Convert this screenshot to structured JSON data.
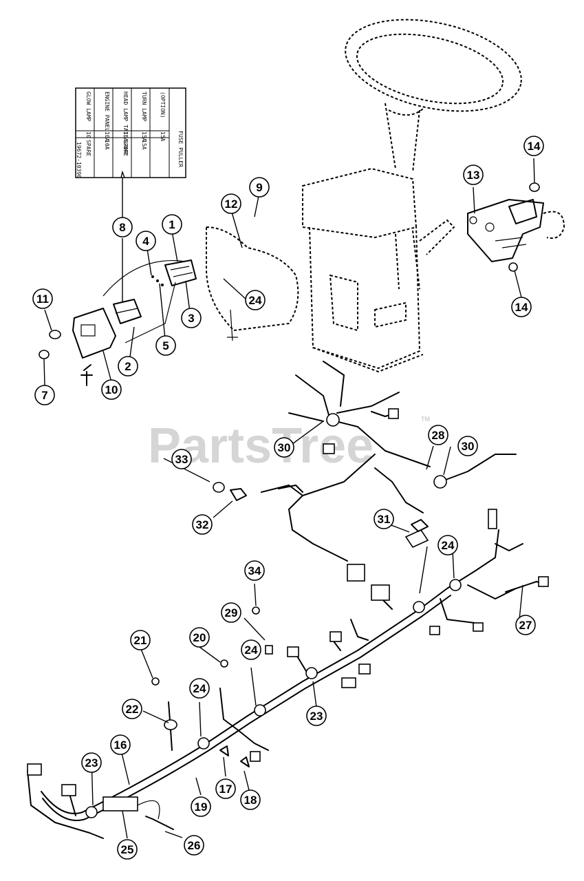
{
  "watermark": {
    "text": "PartsTree",
    "tm": "TM"
  },
  "fuse_chart": {
    "rows": [
      {
        "label": "GLOW LAMP",
        "rating": "10",
        "side": "SPARE"
      },
      {
        "label": "ENGINE PANEL",
        "rating": "10A",
        "side": "10A"
      },
      {
        "label": "HEAD LAMP TAIL LAMP",
        "rating": "15A",
        "side": "SPARE"
      },
      {
        "label": "TURN LAMP",
        "rating": "15A",
        "side": "15A"
      },
      {
        "label": "(OPTION)",
        "rating": "15A",
        "side": ""
      }
    ],
    "footer": "FUSE PULLER",
    "part_no": "19672-10390"
  },
  "callouts": [
    "1",
    "2",
    "3",
    "4",
    "5",
    "7",
    "8",
    "9",
    "10",
    "11",
    "12",
    "13",
    "14",
    "14",
    "16",
    "17",
    "18",
    "19",
    "20",
    "21",
    "22",
    "23",
    "23",
    "24",
    "24",
    "24",
    "24",
    "24",
    "25",
    "26",
    "27",
    "28",
    "29",
    "30",
    "30",
    "31",
    "32",
    "33",
    "34"
  ]
}
